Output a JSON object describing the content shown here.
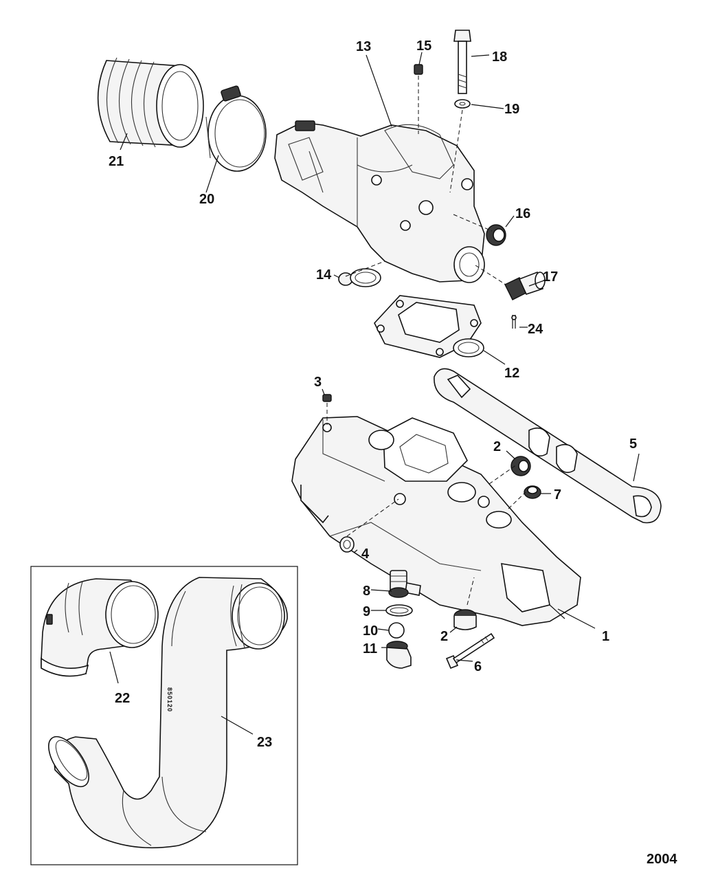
{
  "figure_code": "2004",
  "pipe_stamp": "850120",
  "callouts": [
    {
      "id": "c1",
      "label": "1"
    },
    {
      "id": "c2a",
      "label": "2"
    },
    {
      "id": "c2b",
      "label": "2"
    },
    {
      "id": "c3",
      "label": "3"
    },
    {
      "id": "c4",
      "label": "4"
    },
    {
      "id": "c5",
      "label": "5"
    },
    {
      "id": "c6",
      "label": "6"
    },
    {
      "id": "c7",
      "label": "7"
    },
    {
      "id": "c8",
      "label": "8"
    },
    {
      "id": "c9",
      "label": "9"
    },
    {
      "id": "c10",
      "label": "10"
    },
    {
      "id": "c11",
      "label": "11"
    },
    {
      "id": "c12",
      "label": "12"
    },
    {
      "id": "c13",
      "label": "13"
    },
    {
      "id": "c14",
      "label": "14"
    },
    {
      "id": "c15",
      "label": "15"
    },
    {
      "id": "c16",
      "label": "16"
    },
    {
      "id": "c17",
      "label": "17"
    },
    {
      "id": "c18",
      "label": "18"
    },
    {
      "id": "c19",
      "label": "19"
    },
    {
      "id": "c20",
      "label": "20"
    },
    {
      "id": "c21",
      "label": "21"
    },
    {
      "id": "c22",
      "label": "22"
    },
    {
      "id": "c23",
      "label": "23"
    },
    {
      "id": "c24",
      "label": "24"
    }
  ]
}
